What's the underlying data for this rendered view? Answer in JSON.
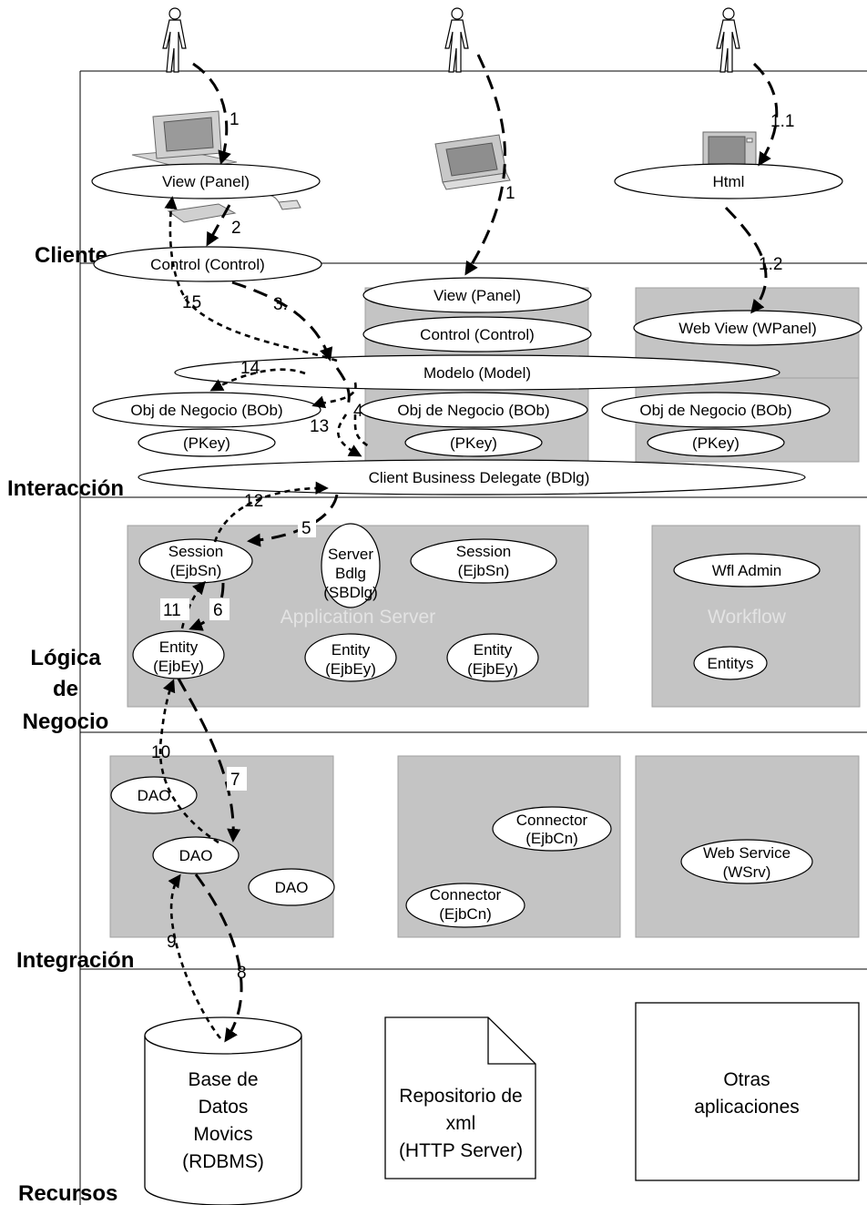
{
  "layers": {
    "cliente": "Cliente",
    "interaccion": "Interacción",
    "logica_1": "Lógica",
    "logica_2": "de",
    "logica_3": "Negocio",
    "integracion": "Integración",
    "recursos": "Recursos"
  },
  "client_tier": {
    "view_panel": "View (Panel)",
    "html": "Html",
    "control": "Control (Control)"
  },
  "interaction_tier": {
    "view_panel_2": "View (Panel)",
    "control_2": "Control (Control)",
    "web_view": "Web View (WPanel)",
    "modelo": "Modelo (Model)",
    "bob_1": "Obj de Negocio (BOb)",
    "bob_2": "Obj de Negocio (BOb)",
    "bob_3": "Obj de Negocio (BOb)",
    "pkey_1": "(PKey)",
    "pkey_2": "(PKey)",
    "pkey_3": "(PKey)",
    "bdlg": "Client Business Delegate (BDlg)"
  },
  "business_tier": {
    "session_1": [
      "Session",
      "(EjbSn)"
    ],
    "server_bdlg": [
      "Server",
      "Bdlg",
      "(SBDlg)"
    ],
    "session_2": [
      "Session",
      "(EjbSn)"
    ],
    "app_server_label": "Application Server",
    "entity_1": [
      "Entity",
      "(EjbEy)"
    ],
    "entity_2": [
      "Entity",
      "(EjbEy)"
    ],
    "entity_3": [
      "Entity",
      "(EjbEy)"
    ],
    "wfl_admin": "Wfl Admin",
    "workflow_label": "Workflow",
    "entitys": "Entitys"
  },
  "integration_tier": {
    "dao_1": "DAO",
    "dao_2": "DAO",
    "dao_3": "DAO",
    "connector_1": [
      "Connector",
      "(EjbCn)"
    ],
    "connector_2": [
      "Connector",
      "(EjbCn)"
    ],
    "web_service": [
      "Web Service",
      "(WSrv)"
    ]
  },
  "resources_tier": {
    "database": [
      "Base de",
      "Datos",
      "Movics",
      "(RDBMS)"
    ],
    "repository": [
      "Repositorio de",
      "xml",
      "(HTTP Server)"
    ],
    "others": [
      "Otras",
      "aplicaciones"
    ]
  },
  "step_labels": {
    "s1a": "1",
    "s1b": "1",
    "s1_1": "1.1",
    "s1_2": "1.2",
    "s2": "2",
    "s3": "3.",
    "s4": "4",
    "s5": "5",
    "s6": "6",
    "s7": "7",
    "s8": "8",
    "s9": "9",
    "s10": "10",
    "s11": "11",
    "s12": "12",
    "s13": "13",
    "s14": "14",
    "s15": "15"
  },
  "icons": [
    "actor-icon",
    "desktop-computer-icon",
    "crt-monitor-icon",
    "terminal-icon",
    "database-icon",
    "document-icon"
  ],
  "colors": {
    "box_fill": "#c4c4c4",
    "ghost_text": "#e3e3e3"
  }
}
